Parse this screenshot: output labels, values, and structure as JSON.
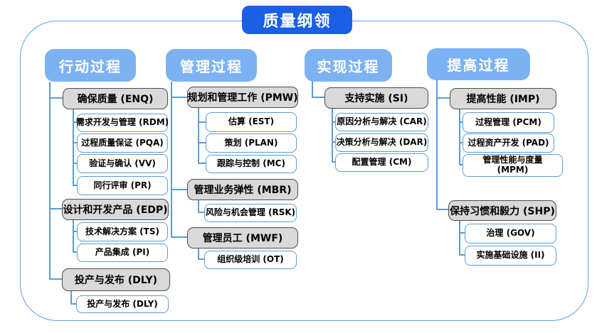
{
  "title": "质量纲领",
  "colors": {
    "title_bg": "#1a5fe4",
    "header_bg": "#7cb2f4",
    "line_blue": "#5b9bd5",
    "frame_border": "#5ba0e8",
    "gray_fill": "#d9d9d9",
    "gray_border": "#4d4d4d"
  },
  "columns": [
    {
      "header": "行动过程",
      "groups": [
        {
          "parent": "确保质量 (ENQ)",
          "children": [
            "需求开发与管理 (RDM)",
            "过程质量保证 (PQA)",
            "验证与确认 (VV)",
            "同行评审 (PR)"
          ]
        },
        {
          "parent": "设计和开发产品 (EDP)",
          "children": [
            "技术解决方案 (TS)",
            "产品集成 (PI)"
          ]
        },
        {
          "parent": "投产与发布 (DLY)",
          "children": [
            "投产与发布 (DLY)"
          ]
        }
      ]
    },
    {
      "header": "管理过程",
      "groups": [
        {
          "parent": "规划和管理工作 (PMW)",
          "children": [
            "估算 (EST)",
            "策划 (PLAN)",
            "跟踪与控制 (MC)"
          ]
        },
        {
          "parent": "管理业务弹性 (MBR)",
          "children": [
            "风险与机会管理 (RSK)"
          ]
        },
        {
          "parent": "管理员工 (MWF)",
          "children": [
            "组织级培训 (OT)"
          ]
        }
      ]
    },
    {
      "header": "实现过程",
      "groups": [
        {
          "parent": "支持实施 (SI)",
          "children": [
            "原因分析与解决 (CAR)",
            "决策分析与解决 (DAR)",
            "配置管理 (CM)"
          ]
        }
      ]
    },
    {
      "header": "提高过程",
      "groups": [
        {
          "parent": "提高性能 (IMP)",
          "children": [
            "过程管理 (PCM)",
            "过程资产开发 (PAD)",
            "管理性能与度量 (MPM)"
          ]
        },
        {
          "parent": "保持习惯和毅力 (SHP)",
          "children": [
            "治理 (GOV)",
            "实施基础设施 (II)"
          ]
        }
      ]
    }
  ]
}
